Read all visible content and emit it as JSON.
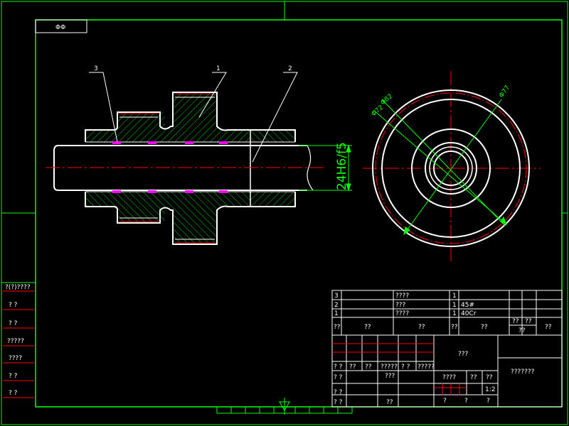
{
  "colors": {
    "background": "#000000",
    "frame": "#00ff00",
    "outline": "#ffffff",
    "centerline": "#ff0000",
    "hatch": "#00ff00",
    "highlight": "#ff00ff"
  },
  "sheet": {
    "corner_tag": "ΦΦ"
  },
  "front_view": {
    "callouts": [
      "3",
      "1",
      "2"
    ],
    "dimension_label": "24H6/f5"
  },
  "side_view": {
    "diameter_labels": [
      "Φ82",
      "Φ72",
      "Φ77"
    ]
  },
  "left_strip": {
    "labels": [
      "?(?)????",
      "?   ?",
      "?   ?",
      "?????",
      "????",
      "?   ?",
      "?   ?"
    ]
  },
  "parts_list": {
    "rows": [
      {
        "no": "3",
        "name": "????",
        "qty": "1",
        "material": ""
      },
      {
        "no": "2",
        "name": "???",
        "qty": "1",
        "material": "45#"
      },
      {
        "no": "1",
        "name": "????",
        "qty": "1",
        "material": "40Cr"
      }
    ],
    "header": {
      "no": "??",
      "code": "??",
      "name": "??",
      "qty": "??",
      "material": "??",
      "weight_single": "??",
      "weight_total": "??",
      "note": "??"
    }
  },
  "title_block": {
    "drawing_title": "???",
    "company": "???????",
    "row_labels_a": [
      "?  ?",
      "??",
      "??",
      "?????",
      "?  ?",
      "?????"
    ],
    "row_labels_b": [
      "?  ?",
      "???"
    ],
    "row_labels_c": [
      "?  ?",
      "?  ?",
      "??"
    ],
    "stage_label": "????",
    "weight_label": "??",
    "scale_label": "??",
    "scale_value": "1:2",
    "sheet_labels": [
      "?",
      "?",
      "?"
    ]
  }
}
